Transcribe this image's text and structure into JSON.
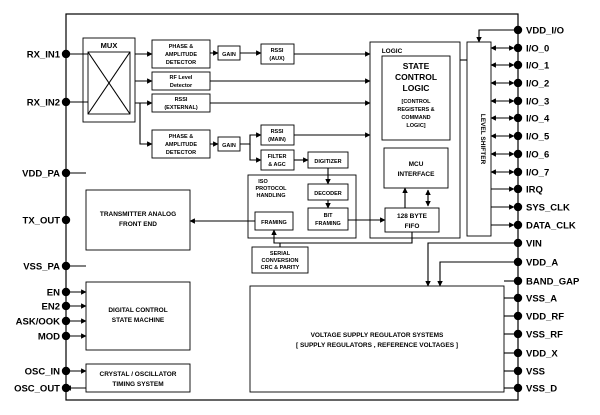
{
  "left_pins": [
    "RX_IN1",
    "RX_IN2",
    "VDD_PA",
    "TX_OUT",
    "VSS_PA",
    "EN",
    "EN2",
    "ASK/OOK",
    "MOD",
    "OSC_IN",
    "OSC_OUT"
  ],
  "right_pins": [
    "VDD_I/O",
    "I/O_0",
    "I/O_1",
    "I/O_2",
    "I/O_3",
    "I/O_4",
    "I/O_5",
    "I/O_6",
    "I/O_7",
    "IRQ",
    "SYS_CLK",
    "DATA_CLK",
    "VIN",
    "VDD_A",
    "BAND_GAP",
    "VSS_A",
    "VDD_RF",
    "VSS_RF",
    "VDD_X",
    "VSS",
    "VSS_D"
  ],
  "blocks": {
    "mux": "MUX",
    "phase_amp_1": [
      "PHASE &",
      "AMPLITUDE",
      "DETECTOR"
    ],
    "gain_1": "GAIN",
    "rssi_aux": [
      "RSSI",
      "(AUX)"
    ],
    "rf_level": [
      "RF Level",
      "Detector"
    ],
    "rssi_ext": [
      "RSSI",
      "(EXTERNAL)"
    ],
    "phase_amp_2": [
      "PHASE &",
      "AMPLITUDE",
      "DETECTOR"
    ],
    "gain_2": "GAIN",
    "rssi_main": [
      "RSSI",
      "(MAIN)"
    ],
    "filter_agc": [
      "FILTER",
      "& AGC"
    ],
    "digitizer": "DIGITIZER",
    "iso_protocol": [
      "ISO",
      "PROTOCOL",
      "HANDLING"
    ],
    "decoder": "DECODER",
    "framing": "FRAMING",
    "bit_framing": [
      "BIT",
      "FRAMING"
    ],
    "fifo": [
      "128 BYTE",
      "FIFO"
    ],
    "serial_conv": [
      "SERIAL",
      "CONVERSION",
      "CRC & PARITY"
    ],
    "logic": "LOGIC",
    "state_control": [
      "STATE",
      "CONTROL",
      "LOGIC"
    ],
    "state_control_sub": [
      "[CONTROL",
      "REGISTERS &",
      "COMMAND",
      "LOGIC]"
    ],
    "mcu": [
      "MCU",
      "INTERFACE"
    ],
    "level_shifter": "LEVEL SHIFTER",
    "transmitter": [
      "TRANSMITTER ANALOG",
      "FRONT END"
    ],
    "digital_control": [
      "DIGITAL CONTROL",
      "STATE MACHINE"
    ],
    "crystal": [
      "CRYSTAL / OSCILLATOR",
      "TIMING SYSTEM"
    ],
    "voltage": [
      "VOLTAGE SUPPLY REGULATOR SYSTEMS",
      "[ SUPPLY REGULATORS , REFERENCE VOLTAGES ]"
    ]
  }
}
